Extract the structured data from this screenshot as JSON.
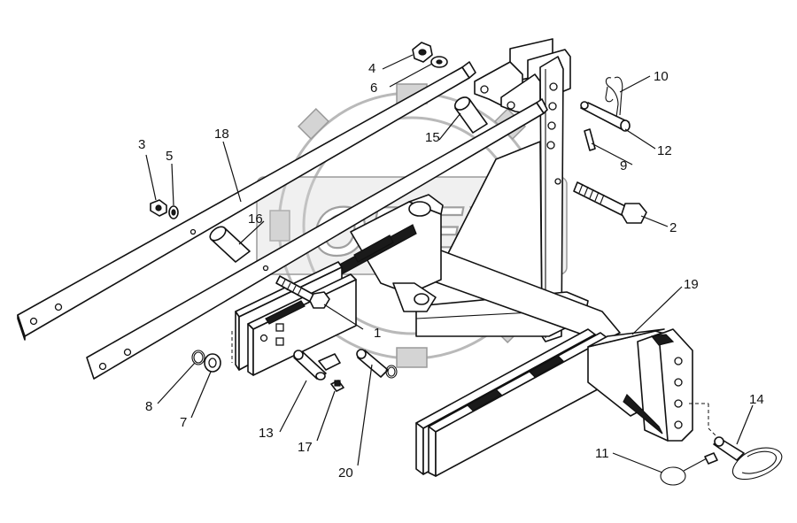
{
  "watermark": {
    "text": "OPEX"
  },
  "callouts": [
    {
      "id": "1",
      "label": "1"
    },
    {
      "id": "2",
      "label": "2"
    },
    {
      "id": "3",
      "label": "3"
    },
    {
      "id": "4",
      "label": "4"
    },
    {
      "id": "5",
      "label": "5"
    },
    {
      "id": "6",
      "label": "6"
    },
    {
      "id": "7",
      "label": "7"
    },
    {
      "id": "8",
      "label": "8"
    },
    {
      "id": "9",
      "label": "9"
    },
    {
      "id": "10",
      "label": "10"
    },
    {
      "id": "11",
      "label": "11"
    },
    {
      "id": "12",
      "label": "12"
    },
    {
      "id": "13",
      "label": "13"
    },
    {
      "id": "14",
      "label": "14"
    },
    {
      "id": "15",
      "label": "15"
    },
    {
      "id": "16",
      "label": "16"
    },
    {
      "id": "17",
      "label": "17"
    },
    {
      "id": "18",
      "label": "18"
    },
    {
      "id": "19",
      "label": "19"
    },
    {
      "id": "20",
      "label": "20"
    }
  ]
}
